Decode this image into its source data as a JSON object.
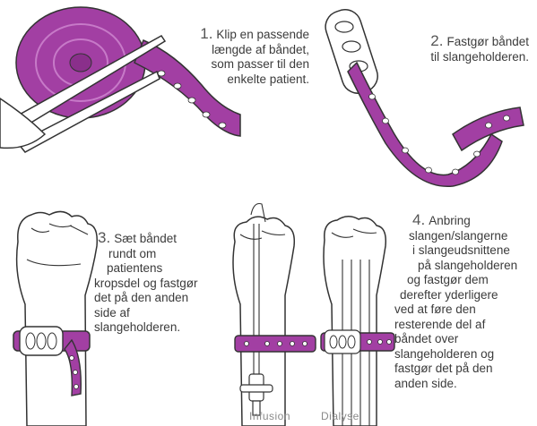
{
  "colors": {
    "strap": "#a23fa3",
    "strap_light": "#c77ac8",
    "outline": "#333333"
  },
  "steps": [
    {
      "number": "1.",
      "lines": [
        "Klip en passende",
        "længde af båndet,",
        "som passer til den",
        "enkelte patient."
      ],
      "icon": "scissors-cutting-strap-roll"
    },
    {
      "number": "2.",
      "lines": [
        "Fastgør båndet",
        "til slangeholderen."
      ],
      "icon": "strap-attached-to-holder"
    },
    {
      "number": "3.",
      "lines": [
        "Sæt båndet",
        "rundt om",
        "patientens",
        "kropsdel og fastgør",
        "det på den anden",
        "side af",
        "slangeholderen."
      ],
      "icon": "strap-around-wrist"
    },
    {
      "number": "4.",
      "lines": [
        "Anbring",
        "slangen/slangerne",
        "i slangeudsnittene",
        "på slangeholderen",
        "og fastgør dem",
        "derefter yderligere",
        "ved at føre den",
        "resterende del af",
        "båndet over",
        "slangeholderen og",
        "fastgør det på den",
        "anden side."
      ],
      "icon": "tubes-secured-on-wrist"
    }
  ],
  "captions": {
    "left": "Infusion",
    "right": "Dialyse"
  }
}
